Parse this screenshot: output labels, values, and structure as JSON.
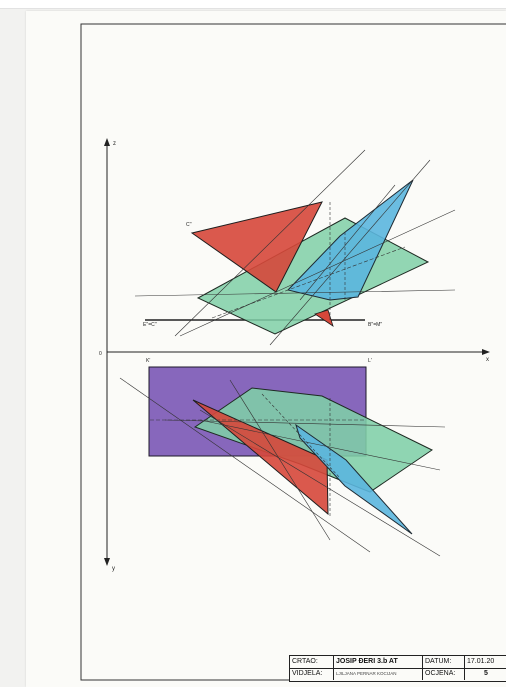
{
  "axes": {
    "z_label": "z",
    "x_label": "x",
    "y_label": "y",
    "origin_label": "0"
  },
  "points": {
    "c2": "C''",
    "bm2": "B''=M''",
    "ec2": "E''=C''",
    "k1": "K'",
    "l1": "L'"
  },
  "title_block": {
    "drawn_label": "CRTAO:",
    "drawn_value": "JOSIP ĐERI 3.b AT",
    "date_label": "DATUM:",
    "date_value": "17.01.20",
    "checked_label": "VIDJELA:",
    "checked_value": "LJILJANA PERNAR KOCIJAN",
    "grade_label": "OCJENA:",
    "grade_value": "5"
  },
  "colors": {
    "red_triangle": "#d6473a",
    "blue_triangle": "#5bb6de",
    "green_parallelogram": "#7fcfa7",
    "violet_rectangle": "#7a56b5"
  }
}
